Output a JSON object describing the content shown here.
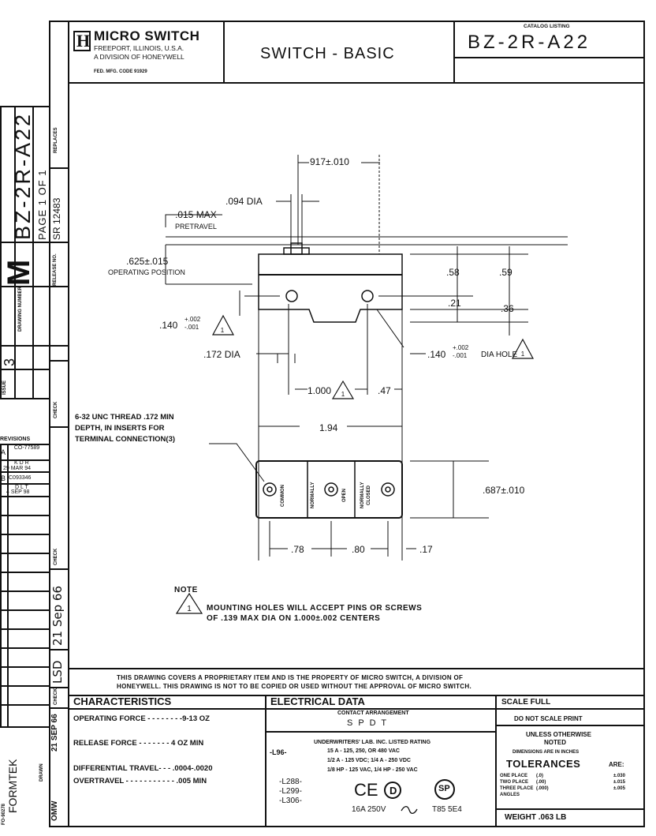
{
  "header": {
    "logo_letter": "H",
    "company": "MICRO SWITCH",
    "address": "FREEPORT, ILLINOIS, U.S.A.",
    "division": "A DIVISION OF HONEYWELL",
    "fed_code": "FED. MFG. CODE 91929",
    "title": "SWITCH - BASIC",
    "catalog_label": "CATALOG LISTING",
    "catalog_number": "BZ-2R-A22"
  },
  "side": {
    "catalog_number": "BZ-2R-A22",
    "page": "PAGE 1 OF 1",
    "release_no": "SR 12483",
    "replaces_label": "REPLACES",
    "release_label": "RELEASE NO.",
    "drawing_number_label": "DRAWING NUMBER",
    "m_letter": "M",
    "issue_label": "ISSUE",
    "issue_value": "3",
    "check_label": "CHECK",
    "check2_label": "CHECK",
    "check3_label": "CHECK",
    "drawn_label": "DRAWN",
    "date_handwritten": "21 Sep 66",
    "initials_handwritten": "LSD",
    "drawn_initials": "OMW",
    "drawn_date": "21 SEP 66",
    "formtek": "FORMTEK",
    "form_no": "FO-90278",
    "revisions_label": "REVISIONS",
    "rev_a": "A",
    "rev_a_no": "CO-77589",
    "rev_a_by": "K D R",
    "rev_a_date": "29 MAR 94",
    "rev_b": "B",
    "rev_b_no": "C093346",
    "rev_b_by": "D L T",
    "rev_b_date": "4 SEP 98"
  },
  "drawing": {
    "dim_917": "917±.010",
    "dim_094": ".094 DIA",
    "dim_015_a": ".015 MAX",
    "dim_015_b": "PRETRAVEL",
    "dim_625_a": ".625±.015",
    "dim_625_b": "OPERATING POSITION",
    "dim_58": ".58",
    "dim_59": ".59",
    "dim_21": ".21",
    "dim_36": ".36",
    "dim_140_left": ".140",
    "tol_plus": "+.002",
    "tol_minus": "-.001",
    "dim_172": ".172 DIA",
    "dim_140_right": ".140",
    "dia_hole": "DIA HOLE",
    "dim_1000": "1.000",
    "dim_47": ".47",
    "dim_194": "1.94",
    "dim_687": ".687±.010",
    "dim_78": ".78",
    "dim_80": ".80",
    "dim_17": ".17",
    "thread_1": "6-32 UNC THREAD .172 MIN",
    "thread_2": "DEPTH, IN INSERTS FOR",
    "thread_3": "TERMINAL CONNECTION(3)",
    "term_common": "COMMON",
    "term_no_1": "NORMALLY",
    "term_no_2": "OPEN",
    "term_nc_1": "NORMALLY",
    "term_nc_2": "CLOSED",
    "triangle_mark": "1",
    "note_title": "NOTE",
    "note_1": "MOUNTING HOLES WILL ACCEPT PINS OR SCREWS",
    "note_2": "OF .139 MAX DIA ON 1.000±.002 CENTERS"
  },
  "footer": {
    "prop_1": "THIS DRAWING COVERS A PROPRIETARY ITEM AND IS THE PROPERTY OF MICRO SWITCH, A DIVISION OF",
    "prop_2": "HONEYWELL. THIS DRAWING IS NOT TO BE COPIED OR USED WITHOUT THE APPROVAL OF MICRO SWITCH.",
    "char_title": "CHARACTERISTICS",
    "op_force": "OPERATING FORCE - - - - - - - -9-13 OZ",
    "rel_force": "RELEASE FORCE - - - - - - - 4 OZ MIN",
    "diff_travel": "DIFFERENTIAL TRAVEL- - - .0004-.0020",
    "overtravel": "OVERTRAVEL - - - - - - - - - - - .005 MIN",
    "elec_title": "ELECTRICAL DATA",
    "contact_label": "CONTACT ARRANGEMENT",
    "contact_value": "S P D T",
    "ul_title": "UNDERWRITERS' LAB. INC. LISTED RATING",
    "l96": "-L96-",
    "r1": "15 A - 125, 250, OR 480 VAC",
    "r2": "1/2 A - 125 VDC; 1/4 A - 250 VDC",
    "r3": "1/8 HP - 125 VAC, 1/4 HP - 250 VAC",
    "l288": "-L288-",
    "l299": "-L299-",
    "l306": "-L306-",
    "ce": "CE",
    "d_mark": "D",
    "sp_mark": "SP",
    "rating_line": "16A 250V",
    "t85": "T85 5E4",
    "scale": "SCALE  FULL",
    "do_not_scale": "DO NOT SCALE PRINT",
    "unless_1": "UNLESS OTHERWISE",
    "unless_2": "NOTED",
    "dims_in": "DIMENSIONS ARE IN INCHES",
    "tol_title": "TOLERANCES",
    "tol_are": "ARE:",
    "one_place": "ONE PLACE",
    "two_place": "TWO PLACE",
    "three_place": "THREE PLACE",
    "angles": "ANGLES",
    "p1": "(.0)",
    "p2": "(.00)",
    "p3": "(.000)",
    "v1": "±.030",
    "v2": "±.015",
    "v3": "±.005",
    "weight": "WEIGHT  .063 LB"
  }
}
